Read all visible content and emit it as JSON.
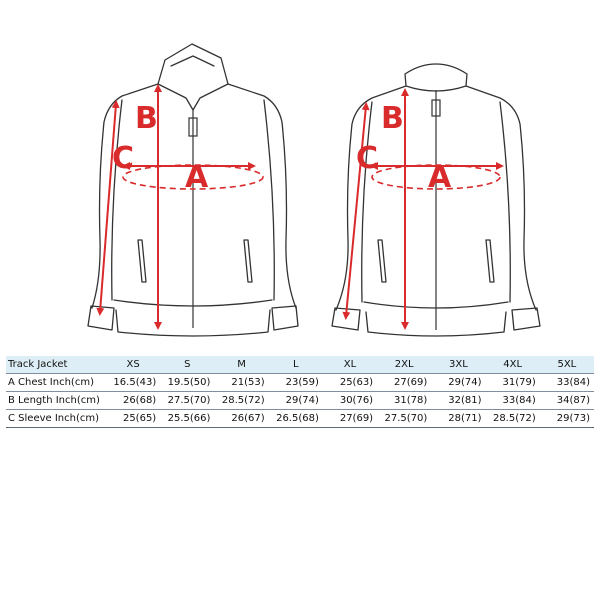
{
  "measurement_labels": {
    "chest": "A",
    "length": "B",
    "sleeve": "C"
  },
  "colors": {
    "measure_red": "#d92b2b",
    "header_bg": "#ddeef6",
    "jacket_outline": "#333333"
  },
  "table": {
    "title": "Track Jacket",
    "sizes": [
      "XS",
      "S",
      "M",
      "L",
      "XL",
      "2XL",
      "3XL",
      "4XL",
      "5XL"
    ],
    "rows": [
      {
        "label": "A Chest Inch(cm)",
        "values": [
          "16.5(43)",
          "19.5(50)",
          "21(53)",
          "23(59)",
          "25(63)",
          "27(69)",
          "29(74)",
          "31(79)",
          "33(84)"
        ]
      },
      {
        "label": "B Length Inch(cm)",
        "values": [
          "26(68)",
          "27.5(70)",
          "28.5(72)",
          "29(74)",
          "30(76)",
          "31(78)",
          "32(81)",
          "33(84)",
          "34(87)"
        ]
      },
      {
        "label": "C Sleeve Inch(cm)",
        "values": [
          "25(65)",
          "25.5(66)",
          "26(67)",
          "26.5(68)",
          "27(69)",
          "27.5(70)",
          "28(71)",
          "28.5(72)",
          "29(73)"
        ]
      }
    ]
  }
}
